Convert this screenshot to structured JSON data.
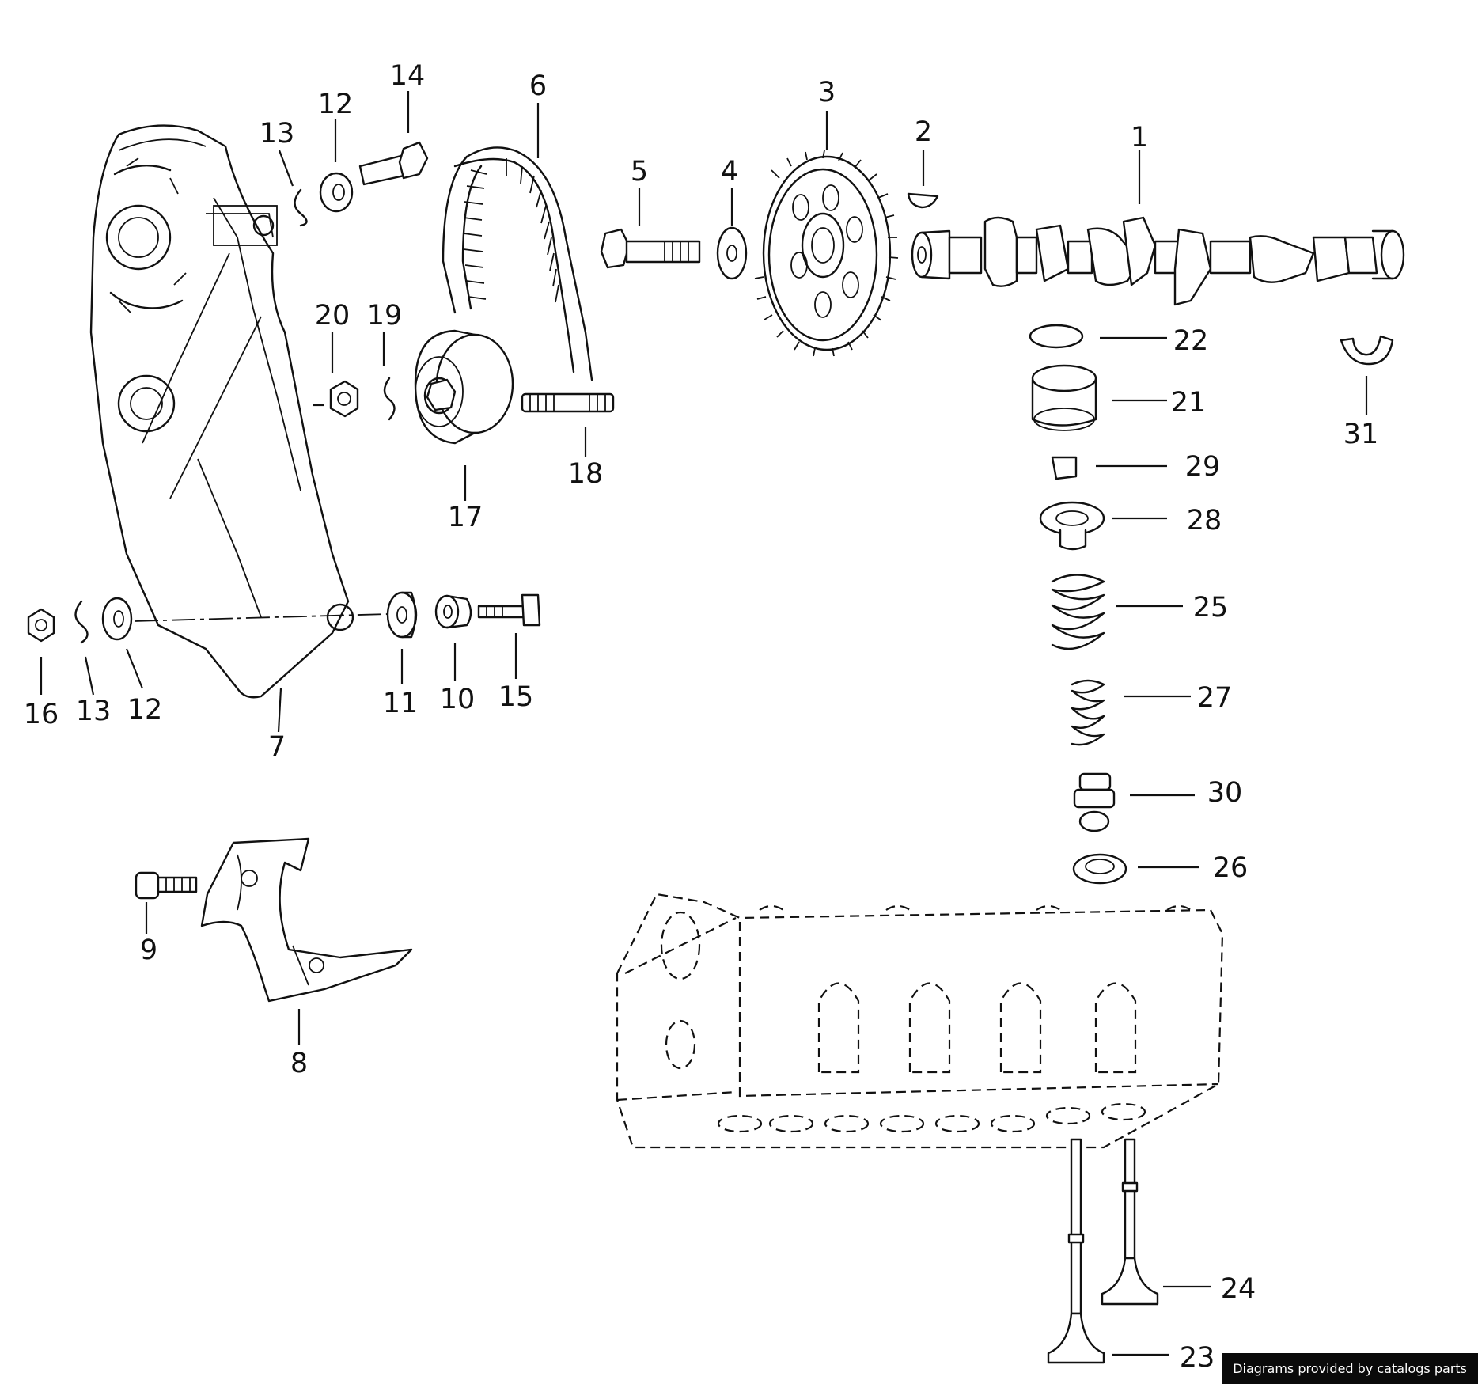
{
  "credit": "Diagrams provided by catalogs parts",
  "callouts": {
    "c1": "1",
    "c2": "2",
    "c3": "3",
    "c4": "4",
    "c5": "5",
    "c6": "6",
    "c7": "7",
    "c8": "8",
    "c9": "9",
    "c10": "10",
    "c11": "11",
    "c12a": "12",
    "c12b": "12",
    "c13a": "13",
    "c13b": "13",
    "c14": "14",
    "c15": "15",
    "c16": "16",
    "c17": "17",
    "c18": "18",
    "c19": "19",
    "c20": "20",
    "c21": "21",
    "c22": "22",
    "c23": "23",
    "c24": "24",
    "c25": "25",
    "c26": "26",
    "c27": "27",
    "c28": "28",
    "c29": "29",
    "c30": "30",
    "c31": "31"
  }
}
